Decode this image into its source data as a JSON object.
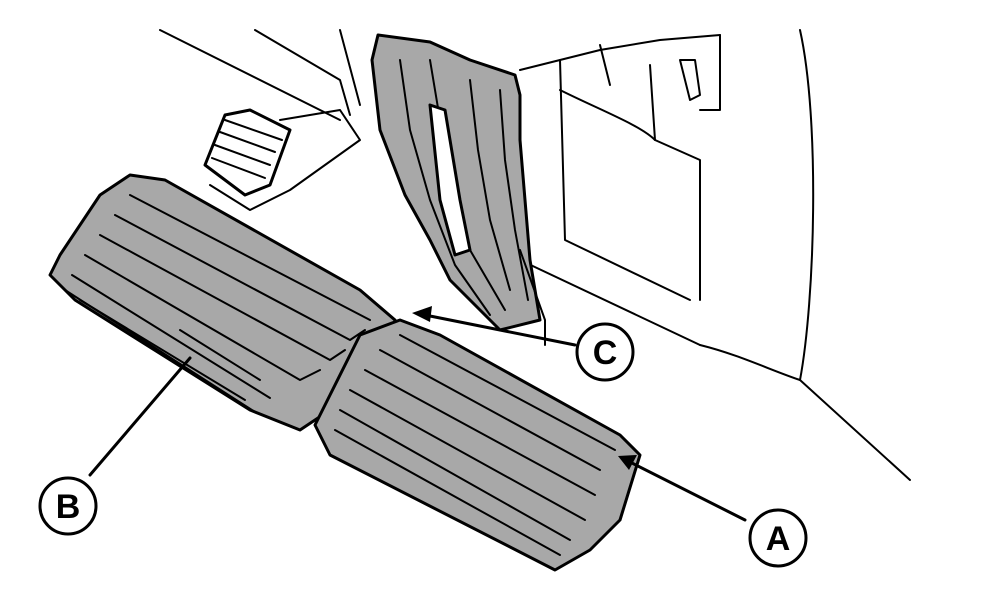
{
  "figure": {
    "callouts": [
      {
        "id": "A",
        "label": "A"
      },
      {
        "id": "B",
        "label": "B"
      },
      {
        "id": "C",
        "label": "C"
      }
    ]
  },
  "colors": {
    "shade": "#a8a8a8",
    "ink": "#000000",
    "paper": "#ffffff"
  }
}
